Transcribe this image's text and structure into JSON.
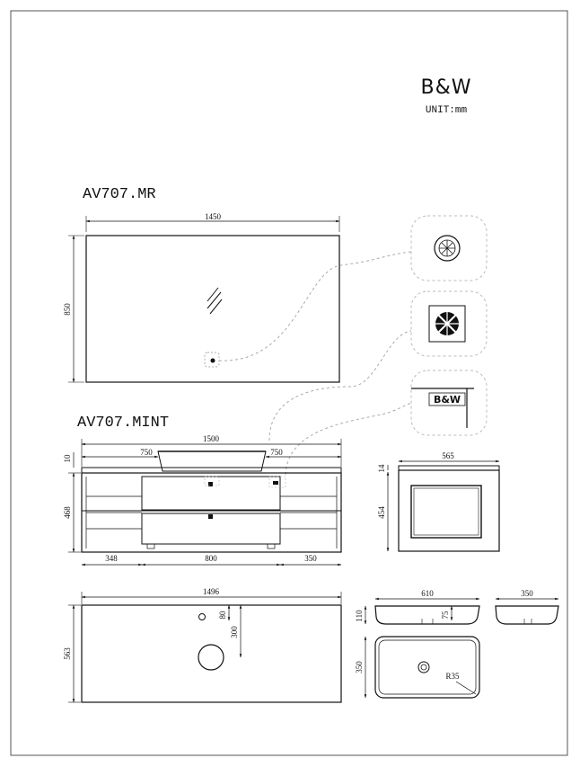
{
  "brand": {
    "logo": "B&W",
    "unit": "UNIT:mm",
    "logo_small": "B&W"
  },
  "mirror": {
    "title": "AV707.MR",
    "width": "1450",
    "height": "850"
  },
  "cabinet": {
    "title": "AV707.MINT",
    "total_width": "1500",
    "left_offset": "750",
    "right_offset": "750",
    "top_thickness": "10",
    "height": "468",
    "left_section": "348",
    "middle_section": "800",
    "right_section": "350"
  },
  "side_view": {
    "depth": "565",
    "top_thickness": "14",
    "height": "454"
  },
  "top_view": {
    "width": "1496",
    "depth": "563",
    "hole_offset_a": "80",
    "hole_offset_b": "300"
  },
  "basin": {
    "width": "610",
    "height": "110",
    "inner_depth": "75",
    "side_width": "350",
    "top_depth": "350",
    "radius": "R35"
  }
}
